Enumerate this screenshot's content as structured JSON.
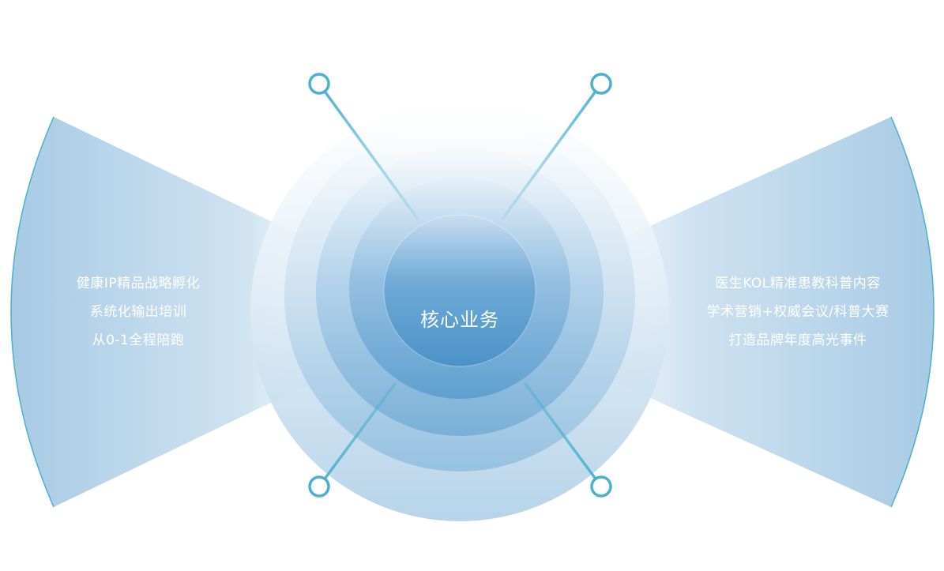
{
  "center": {
    "label": "核心业务",
    "icon": "tree-network-icon"
  },
  "left_panel": {
    "lines": [
      "健康IP精品战略孵化",
      "系统化输出培训",
      "从0-1全程陪跑"
    ]
  },
  "right_panel": {
    "lines": [
      "医生KOL精准患教科普内容",
      "学术营销+权威会议/科普大赛",
      "打造品牌年度高光事件"
    ]
  },
  "colors": {
    "accent": "#4ab0cf",
    "core": "#4a93c8",
    "outer_ring": "#b5d4ea",
    "wing": "#a9cbe4"
  }
}
